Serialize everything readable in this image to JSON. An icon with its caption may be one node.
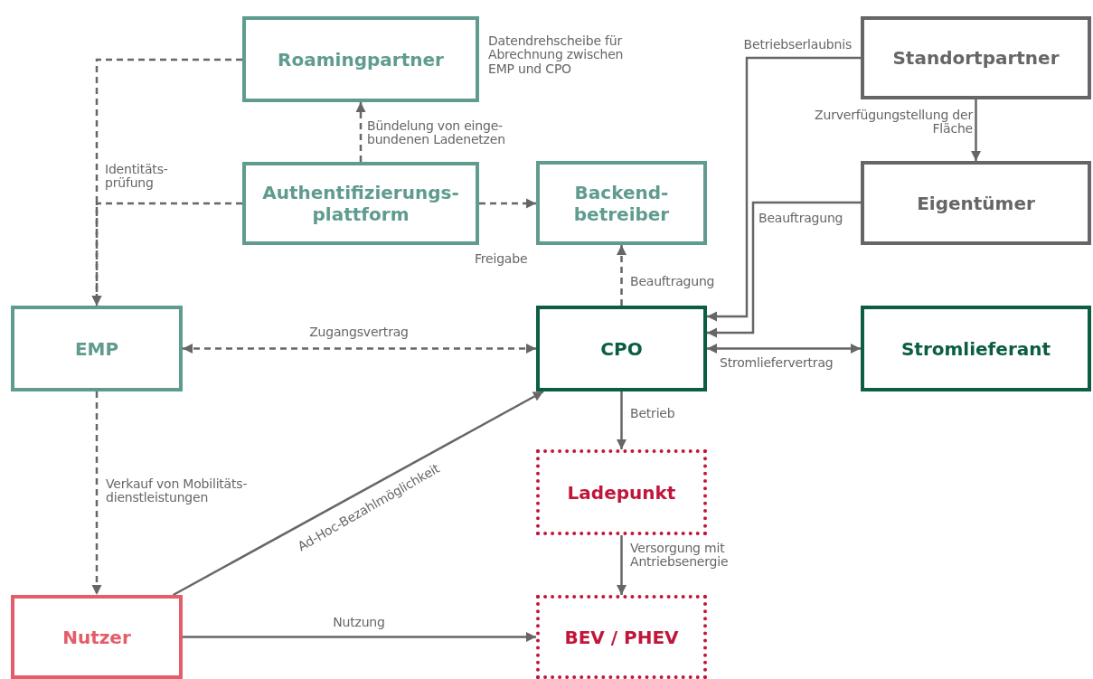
{
  "diagram": {
    "nodes": [
      {
        "text": [
          "Roamingpartner"
        ],
        "beside": [
          "Datendrehscheibe für Abrechnung zwischen EMP und CPO"
        ]
      },
      {
        "text": [
          "Authentifizierungs- plattform"
        ]
      },
      {
        "text": [
          "Backend- betreiber"
        ]
      },
      {
        "text": [
          "Standortpartner"
        ]
      },
      {
        "text": [
          "Eigentümer"
        ]
      },
      {
        "text": [
          "EMP"
        ]
      },
      {
        "text": [
          "CPO"
        ]
      },
      {
        "text": [
          "Stromlieferant"
        ]
      },
      {
        "text": [
          "Ladepunkt"
        ]
      },
      {
        "text": [
          "Nutzer"
        ]
      },
      {
        "text": [
          "BEV / PHEV"
        ]
      }
    ],
    "edges": [
      {
        "from": 0,
        "to": 5,
        "arrow": "to",
        "style": "dashed"
      },
      {
        "from": 1,
        "to": 5,
        "arrow": "to",
        "style": "dashed",
        "label": "Identitäts- prüfung"
      },
      {
        "from": 1,
        "to": 0,
        "arrow": "to",
        "style": "dashed",
        "label": "Bündelung von einge- bundenen Ladenetzen"
      },
      {
        "from": 1,
        "to": 2,
        "arrow": "to",
        "style": "dashed",
        "label": "Freigabe"
      },
      {
        "from": 6,
        "to": 2,
        "arrow": "to",
        "style": "dashed",
        "label": "Beauftragung"
      },
      {
        "from": 3,
        "to": 6,
        "arrow": "to",
        "label": "Betriebserlaubnis"
      },
      {
        "from": 4,
        "to": 6,
        "arrow": "to",
        "label": "Beauftragung"
      },
      {
        "from": 3,
        "to": 4,
        "arrow": "to",
        "label": "Zurverfügungstellung der Fläche"
      },
      {
        "from": 5,
        "to": 6,
        "arrow": "both",
        "style": "dashed",
        "label": "Zugangsvertrag"
      },
      {
        "from": 6,
        "to": 7,
        "arrow": "both",
        "label": "Stromliefervertrag"
      },
      {
        "from": 6,
        "to": 8,
        "arrow": "to",
        "label": "Betrieb"
      },
      {
        "from": 8,
        "to": 10,
        "arrow": "to",
        "label": "Versorgung mit Antriebsenergie"
      },
      {
        "from": 5,
        "to": 9,
        "arrow": "to",
        "style": "dashed",
        "label": "Verkauf von Mobilitäts- dienstleistungen"
      },
      {
        "from": 9,
        "to": 6,
        "arrow": "to",
        "label": "Ad-Hoc-Bezahlmöglichkeit"
      },
      {
        "from": 9,
        "to": 10,
        "arrow": "to",
        "label": "Nutzung"
      }
    ]
  }
}
